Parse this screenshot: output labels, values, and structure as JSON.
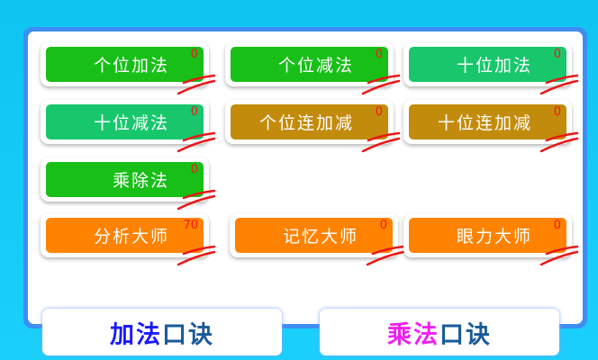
{
  "tiles": [
    {
      "label": "个位加法",
      "score": "0",
      "color": "#17bf17"
    },
    {
      "label": "个位减法",
      "score": "0",
      "color": "#17bf17"
    },
    {
      "label": "十位加法",
      "score": "0",
      "color": "#18c76c"
    },
    {
      "label": "十位减法",
      "score": "0",
      "color": "#18c76c"
    },
    {
      "label": "个位连加减",
      "score": "0",
      "color": "#c38b0b"
    },
    {
      "label": "十位连加减",
      "score": "0",
      "color": "#c38b0b"
    },
    {
      "label": "乘除法",
      "score": "0",
      "color": "#17bf17"
    },
    {
      "label": "分析大师",
      "score": "70",
      "color": "#ff8300"
    },
    {
      "label": "记忆大师",
      "score": "0",
      "color": "#ff8300"
    },
    {
      "label": "眼力大师",
      "score": "0",
      "color": "#ff8300"
    }
  ],
  "bottom": {
    "add": {
      "part1": "加法",
      "part2": "口诀",
      "color1": "#1a1aff"
    },
    "mul": {
      "part1": "乘法",
      "part2": "口诀",
      "color1": "#f020f0"
    },
    "color2": "#1a5a9a"
  }
}
